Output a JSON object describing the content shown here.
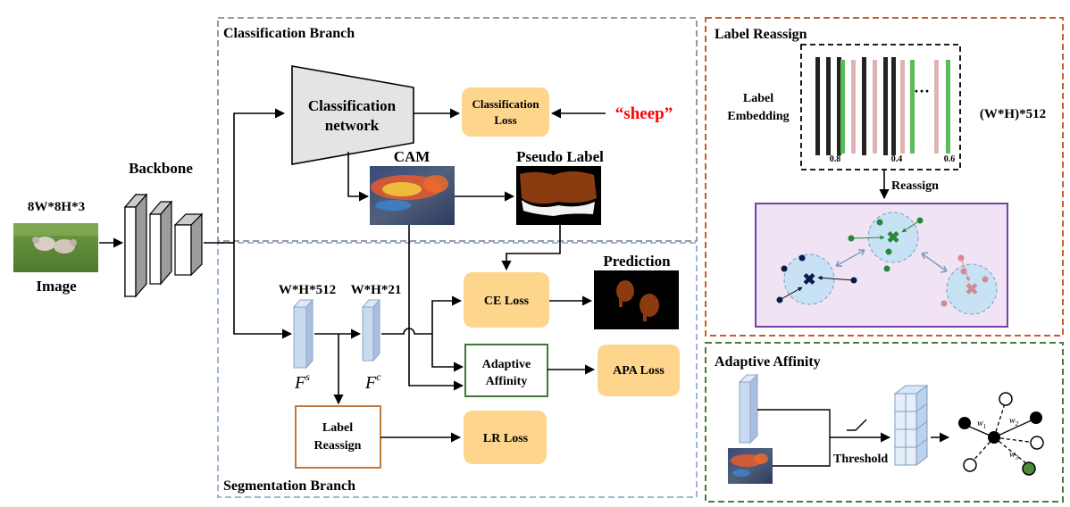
{
  "input": {
    "size_label": "8W*8H*3",
    "caption": "Image"
  },
  "backbone": {
    "label": "Backbone"
  },
  "classification_branch": {
    "title": "Classification Branch",
    "network_line1": "Classification",
    "network_line2": "network",
    "loss_line1": "Classification",
    "loss_line2": "Loss",
    "class_text": "“sheep”",
    "cam_label": "CAM",
    "pseudo_label": "Pseudo Label"
  },
  "segmentation_branch": {
    "title": "Segmentation Branch",
    "fs_dim": "W*H*512",
    "fc_dim": "W*H*21",
    "fs_symbol": "F",
    "fs_sup": "s",
    "fc_symbol": "F",
    "fc_sup": "c",
    "prediction_label": "Prediction",
    "ce_loss": "CE Loss",
    "apa_loss": "APA Loss",
    "lr_loss": "LR Loss",
    "adaptive_line1": "Adaptive",
    "adaptive_line2": "Affinity",
    "label_reassign_line1": "Label",
    "label_reassign_line2": "Reassign"
  },
  "label_reassign_panel": {
    "title": "Label Reassign",
    "embedding_line1": "Label",
    "embedding_line2": "Embedding",
    "dim_label": "(W*H)*512",
    "values": [
      "0.8",
      "0.4",
      "0.6"
    ],
    "ellipsis": "···",
    "reassign": "Reassign"
  },
  "adaptive_affinity_panel": {
    "title": "Adaptive Affinity",
    "threshold": "Threshold",
    "w1": "w",
    "w1_sub": "1",
    "w2": "w",
    "w2_sub": "2",
    "w3": "w",
    "w3_sub": "3"
  },
  "colors": {
    "classification_border": "#9a9a9a",
    "segmentation_border": "#9fb6d6",
    "label_reassign_border": "#c0622b",
    "adaptive_affinity_border": "#4e7a3a",
    "loss_fill": "#fdd58c",
    "feature_fill": "#c9d9ef",
    "feature_edge": "#8fa6c8",
    "sheep_text": "#ff0000",
    "cluster_fill": "#c7e1f5",
    "cluster_panel": "#efe3f4",
    "cluster_panel_border": "#7a3fa8",
    "green_dot": "#27873a",
    "navy_dot": "#0d1a45",
    "pink_dot": "#d48a92",
    "bar_black": "#222222",
    "bar_green": "#5cbb5a",
    "bar_pink": "#dfb3b3",
    "adaptive_box_border": "#3b7a32",
    "label_reassign_box_border": "#c07a3c"
  }
}
